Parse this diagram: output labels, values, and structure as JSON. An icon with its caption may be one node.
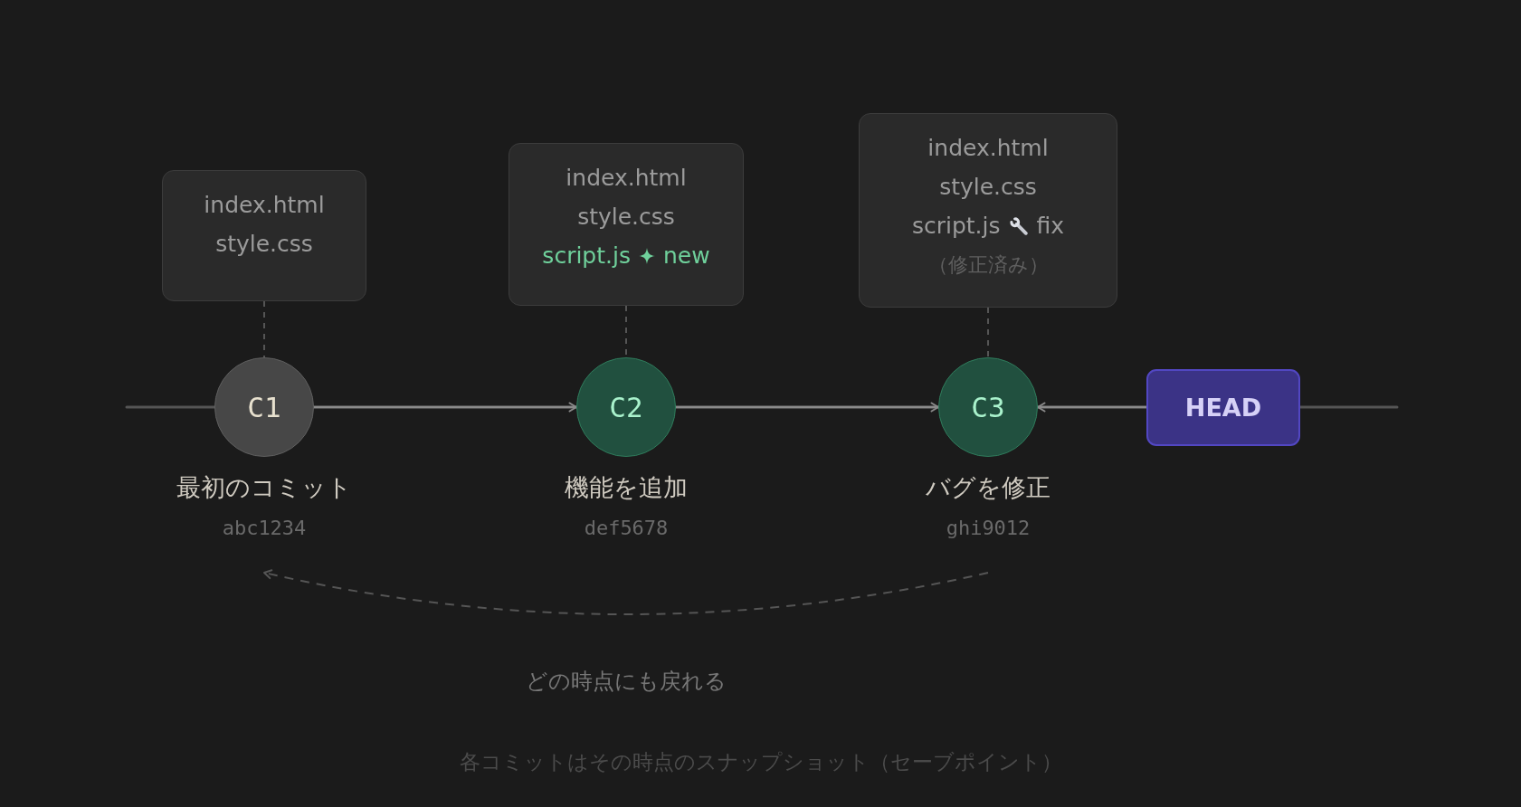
{
  "diagram": {
    "nodes": [
      {
        "text": [
          "index.html",
          "style.css"
        ]
      },
      {
        "text": [
          "C1"
        ],
        "beside": [
          "最初のコミット",
          "abc1234"
        ]
      },
      {
        "text": [
          "index.html",
          "style.css",
          "script.js",
          "new"
        ]
      },
      {
        "text": [
          "C2"
        ],
        "beside": [
          "機能を追加",
          "def5678"
        ]
      },
      {
        "text": [
          "index.html",
          "style.css",
          "script.js",
          "fix",
          "（修正済み）"
        ]
      },
      {
        "text": [
          "C3"
        ],
        "beside": [
          "バグを修正",
          "ghi9012"
        ]
      },
      {
        "text": [
          "HEAD"
        ]
      }
    ],
    "edges": [
      {
        "from": 0,
        "to": 1,
        "arrow": "none",
        "style": "dashed"
      },
      {
        "from": 2,
        "to": 3,
        "arrow": "none",
        "style": "dashed"
      },
      {
        "from": 4,
        "to": 5,
        "arrow": "none",
        "style": "dashed"
      },
      {
        "from": 1,
        "to": 3,
        "arrow": "to",
        "color": "#8a8a8a"
      },
      {
        "from": 3,
        "to": 5,
        "arrow": "to",
        "color": "#8a8a8a"
      },
      {
        "from": 6,
        "to": 5,
        "arrow": "to",
        "color": "#8a8a8a"
      },
      {
        "from": 5,
        "to": 1,
        "arrow": "to",
        "style": "dashed",
        "label": "どの時点にも戻れる"
      }
    ],
    "caption": "各コミットはその時点のスナップショット（セーブポイント）"
  }
}
